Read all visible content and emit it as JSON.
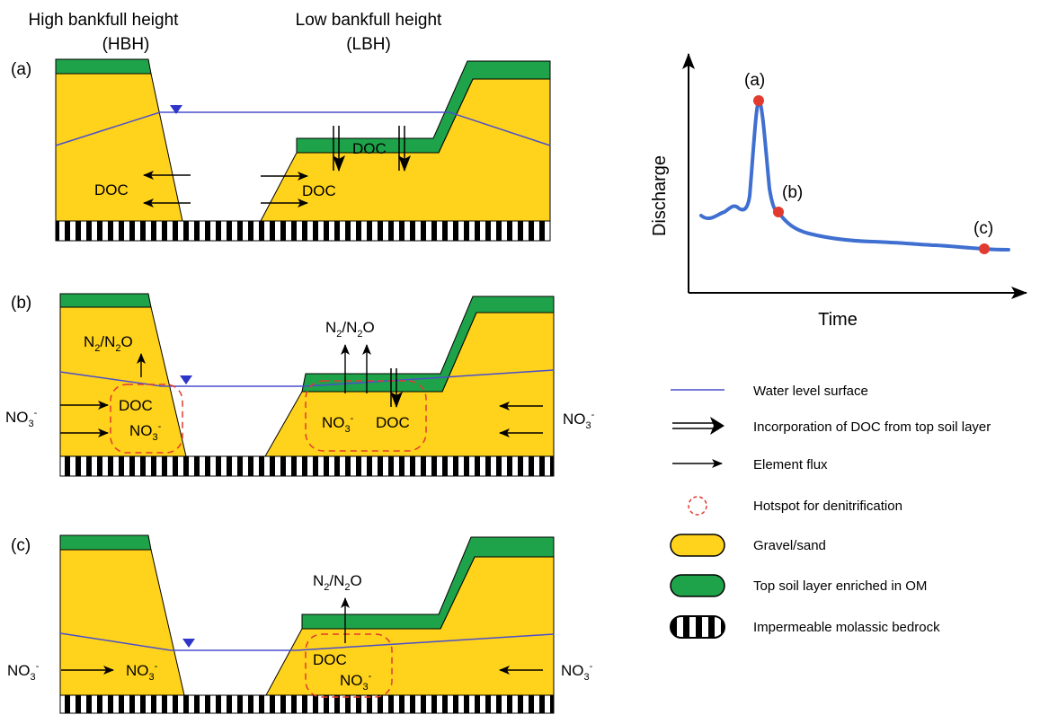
{
  "header": {
    "hbh_line1": "High bankfull height",
    "hbh_line2": "(HBH)",
    "lbh_line1": "Low bankfull height",
    "lbh_line2": "(LBH)"
  },
  "panels": {
    "a": {
      "label": "(a)",
      "doc_top": "DOC",
      "doc_left": "DOC",
      "doc_right": "DOC"
    },
    "b": {
      "label": "(b)",
      "n2_left": "N",
      "n2_left_sub": "2",
      "n2o_left": "/N",
      "n2o_left_sub": "2",
      "o_left": "O",
      "n2_right": "N",
      "n2_right_sub": "2",
      "n2o_right": "/N",
      "n2o_right_sub": "2",
      "o_right": "O",
      "no3_far_left": "NO",
      "no3_far_left_sub": "3",
      "no3_far_left_sup": "-",
      "doc_left": "DOC",
      "no3_left": "NO",
      "no3_left_sub": "3",
      "no3_left_sup": "-",
      "no3_center": "NO",
      "no3_center_sub": "3",
      "no3_center_sup": "-",
      "doc_center": "DOC",
      "no3_far_right": "NO",
      "no3_far_right_sub": "3",
      "no3_far_right_sup": "-"
    },
    "c": {
      "label": "(c)",
      "n2": "N",
      "n2_sub": "2",
      "n2o": "/N",
      "n2o_sub": "2",
      "o": "O",
      "no3_far_left": "NO",
      "no3_far_left_sub": "3",
      "no3_far_left_sup": "-",
      "no3_left": "NO",
      "no3_left_sub": "3",
      "no3_left_sup": "-",
      "doc_center": "DOC",
      "no3_center": "NO",
      "no3_center_sub": "3",
      "no3_center_sup": "-",
      "no3_far_right": "NO",
      "no3_far_right_sub": "3",
      "no3_far_right_sup": "-"
    }
  },
  "hydrograph": {
    "ylabel": "Discharge",
    "xlabel": "Time",
    "point_a": "(a)",
    "point_b": "(b)",
    "point_c": "(c)"
  },
  "legend": {
    "water_level": "Water level surface",
    "doc_incorporation": "Incorporation of DOC from top soil layer",
    "element_flux": "Element flux",
    "hotspot": "Hotspot for denitrification",
    "gravel": "Gravel/sand",
    "topsoil": "Top soil layer enriched in OM",
    "bedrock": "Impermeable molassic bedrock"
  },
  "colors": {
    "gravel": "#FFD21C",
    "topsoil": "#1FA34A",
    "water": "#4A4FCC",
    "hydrograph_line": "#3F6FD0",
    "marker": "#E23A2E",
    "hotspot": "#E23A2E"
  }
}
